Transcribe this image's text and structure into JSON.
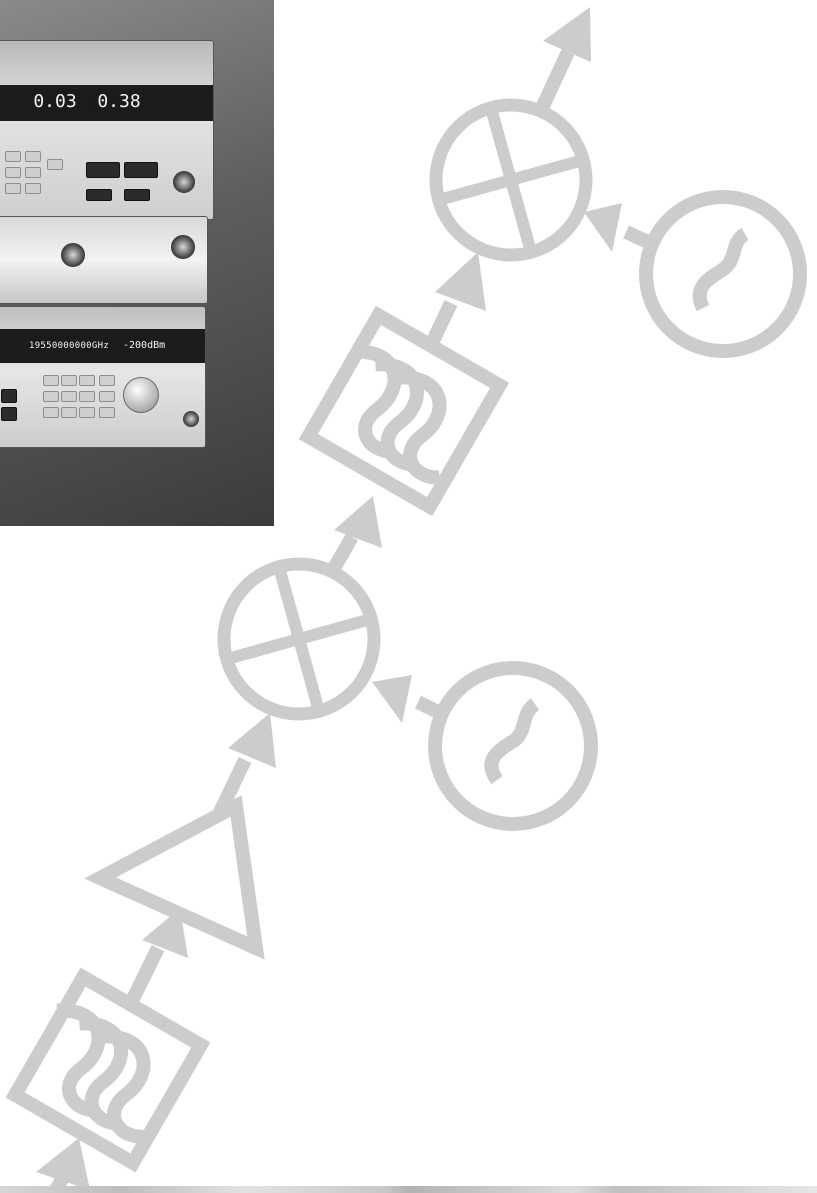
{
  "photo": {
    "power_meter_display_1": "0.03",
    "power_meter_display_2": "0.38",
    "synthesizer_frequency": "19550000000GHz",
    "synthesizer_power": "-200dBm"
  },
  "diagram": {
    "stroke_color": "#cccccc",
    "blocks": [
      {
        "name": "bandpass-filter-input",
        "symbol": "filter-icon"
      },
      {
        "name": "amplifier",
        "symbol": "triangle-amplifier-icon"
      },
      {
        "name": "mixer-first",
        "symbol": "mixer-icon"
      },
      {
        "name": "local-oscillator-first",
        "symbol": "sine-source-icon"
      },
      {
        "name": "bandpass-filter-middle",
        "symbol": "filter-icon"
      },
      {
        "name": "mixer-second",
        "symbol": "mixer-icon"
      },
      {
        "name": "local-oscillator-second",
        "symbol": "sine-source-icon"
      }
    ]
  }
}
